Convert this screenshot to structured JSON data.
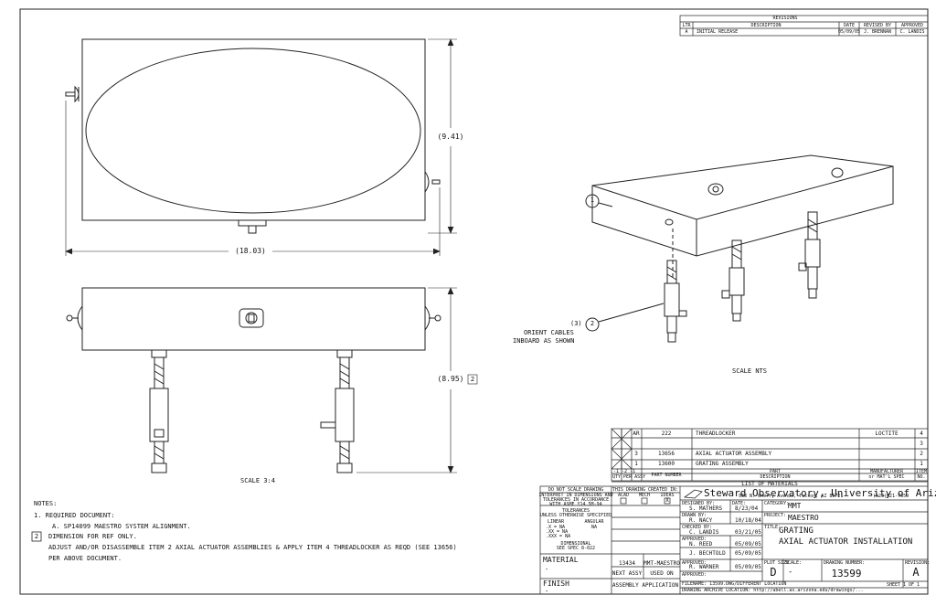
{
  "revisions": {
    "title": "REVISIONS",
    "headers": {
      "ltr": "LTR",
      "description": "DESCRIPTION",
      "date": "DATE",
      "revised_by": "REVISED BY",
      "approved": "APPROVED"
    },
    "row": {
      "ltr": "A",
      "description": "INITIAL RELEASE",
      "date": "05/09/05",
      "revised_by": "J. BRENNAN",
      "approved": "C. LANDIS"
    }
  },
  "views": {
    "top_dim_height": "(9.41)",
    "top_dim_width": "(18.03)",
    "front_dim_height": "(8.95)",
    "front_dim_note": "2",
    "front_scale": "SCALE 3:4",
    "iso_scale": "SCALE NTS",
    "balloon_1": "1",
    "balloon_2": "2",
    "balloon_2_qty": "(3)",
    "balloon_2_note_1": "ORIENT CABLES",
    "balloon_2_note_2": "INBOARD AS SHOWN"
  },
  "notes": {
    "title": "NOTES:",
    "line1": "1. REQUIRED DOCUMENT:",
    "line1a": "A. SP14099 MAESTRO SYSTEM ALIGNMENT.",
    "line2_num": "2",
    "line2": "DIMENSION FOR REF ONLY.",
    "line3": "ADJUST AND/OR DISASSEMBLE ITEM 2 AXIAL ACTUATOR ASSEMBLIES & APPLY ITEM 4 THREADLOCKER AS REQD (SEE 13656)",
    "line3b": "PER ABOVE DOCUMENT."
  },
  "bom": {
    "rows": [
      {
        "item": "4",
        "qty": "AR",
        "part": "222",
        "desc": "THREADLOCKER",
        "mfr": "LOCTITE"
      },
      {
        "item": "3",
        "qty": "",
        "part": "",
        "desc": "",
        "mfr": ""
      },
      {
        "item": "2",
        "qty": "3",
        "part": "13656",
        "desc": "AXIAL ACTUATOR ASSEMBLY",
        "mfr": ""
      },
      {
        "item": "1",
        "qty": "1",
        "part": "13600",
        "desc": "GRATING ASSEMBLY",
        "mfr": ""
      }
    ],
    "hdr_cols": "-1  -2  -1",
    "hdr_qty": "QTY PER ASSY",
    "hdr_part": "PART NUMBER",
    "hdr_desc_top": "PART",
    "hdr_desc_bot": "DESCRIPTION",
    "hdr_mfr_top": "MANUFACTURER",
    "hdr_mfr_bot": "or MAT'L SPEC",
    "hdr_item_top": "ITEM",
    "hdr_item_bot": "NO.",
    "title": "LIST OF MATERIALS"
  },
  "title_block": {
    "dont_scale": "DO NOT SCALE DRAWING",
    "interpret_1": "INTERPRET IN DIMENSIONS AND",
    "interpret_2": "TOLERANCES IN ACCORDANCE",
    "interpret_3": "WITH ASME Y14.5M-94",
    "tol_title_1": "TOLERANCES",
    "tol_title_2": "UNLESS OTHERWISE SPECIFIED",
    "tol_linear": "LINEAR",
    "tol_angular": "ANGULAR",
    "tol_lin_1": ".X  = NA",
    "tol_lin_2": ".XX  = NA",
    "tol_lin_3": ".XXX = NA",
    "tol_ang": "NA",
    "dimensional_1": "DIMENSIONAL",
    "dimensional_2": "SEE SPEC 8-022",
    "created_in": "THIS DRAWING CREATED IN:",
    "cad_acad": "ACAD",
    "cad_mech": "MECH",
    "cad_idea": "IDEAS",
    "mark_idea": "X",
    "designed_label": "DESIGNED BY:",
    "designed_by": "S. MATHERS",
    "designed_date_label": "DATE:",
    "designed_date": "8/23/04",
    "drawn_label": "DRAWN BY:",
    "drawn_by": "R. NACY",
    "drawn_date": "10/18/04",
    "checked_label": "CHECKED BY:",
    "checked_by": "C. LANDIS",
    "checked_date": "03/21/05",
    "approved1_label": "APPROVED:",
    "approved1_by": "N. REED",
    "approved1_date": "05/09/05",
    "approved2_by": "J. BECHTOLD",
    "approved2_date": "05/09/05",
    "approved3_label": "APPROVED:",
    "approved3_by": "R. WARNER",
    "approved3_date": "05/09/05",
    "approved4_label": "APPROVED:",
    "next_assy_num": "13434",
    "used_on_num": "MMT-MAESTRO",
    "next_assy": "NEXT ASSY",
    "used_on": "USED ON",
    "material": "MATERIAL",
    "material_val": "-",
    "finish": "FINISH",
    "finish_val": "-",
    "assembly_app": "ASSEMBLY APPLICATION",
    "org": "Steward Observatory, University of Arizona",
    "address": "933 N. Cherry Avenue, Tucson, AZ  85721",
    "phone": "(520)621-7659",
    "category_label": "CATEGORY:",
    "category": "MMT",
    "project_label": "PROJECT:",
    "project": "MAESTRO",
    "title_label": "TITLE:",
    "title1": "GRATING",
    "title2": "AXIAL ACTUATOR INSTALLATION",
    "plot_size_label": "PLOT SIZE",
    "plot_size": "D",
    "scale_label": "SCALE:",
    "scale": "-",
    "drawing_number_label": "DRAWING NUMBER:",
    "drawing_number": "13599",
    "revision_label": "REVISION:",
    "revision": "A",
    "sheet": "SHEET 1 OF 1",
    "filename": "FILENAME: 13599.DWG/DIFFERENT LOCATION",
    "archive": "DRAWING ARCHIVE LOCATION: http://abell.as.arizona.edu/drawings/..."
  }
}
